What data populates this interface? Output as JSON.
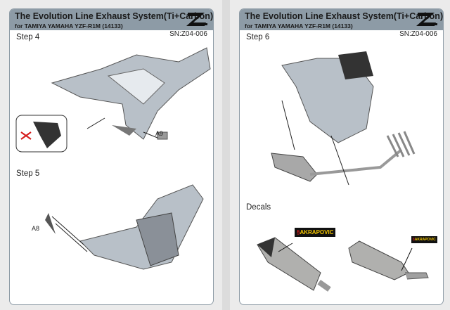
{
  "pages": [
    {
      "title": "The Evolution Line Exhaust System(Ti+Carbon)",
      "subtitle": "for TAMIYA YAMAHA YZF-R1M (14133)",
      "sn": "SN:Z04-006",
      "steps": [
        {
          "label": "Step 4",
          "part": "A9"
        },
        {
          "label": "Step 5",
          "part": "A8"
        }
      ]
    },
    {
      "title": "The Evolution Line Exhaust System(Ti+Carbon)",
      "subtitle": "for TAMIYA YAMAHA YZF-R1M (14133)",
      "sn": "SN:Z04-006",
      "steps": [
        {
          "label": "Step 6"
        },
        {
          "label": "Decals"
        }
      ],
      "decal_text": "AKRAPOVIC"
    }
  ],
  "colors": {
    "header": "#8d9ba6",
    "decal_red": "#d61a1a",
    "decal_yellow": "#f2c400"
  }
}
